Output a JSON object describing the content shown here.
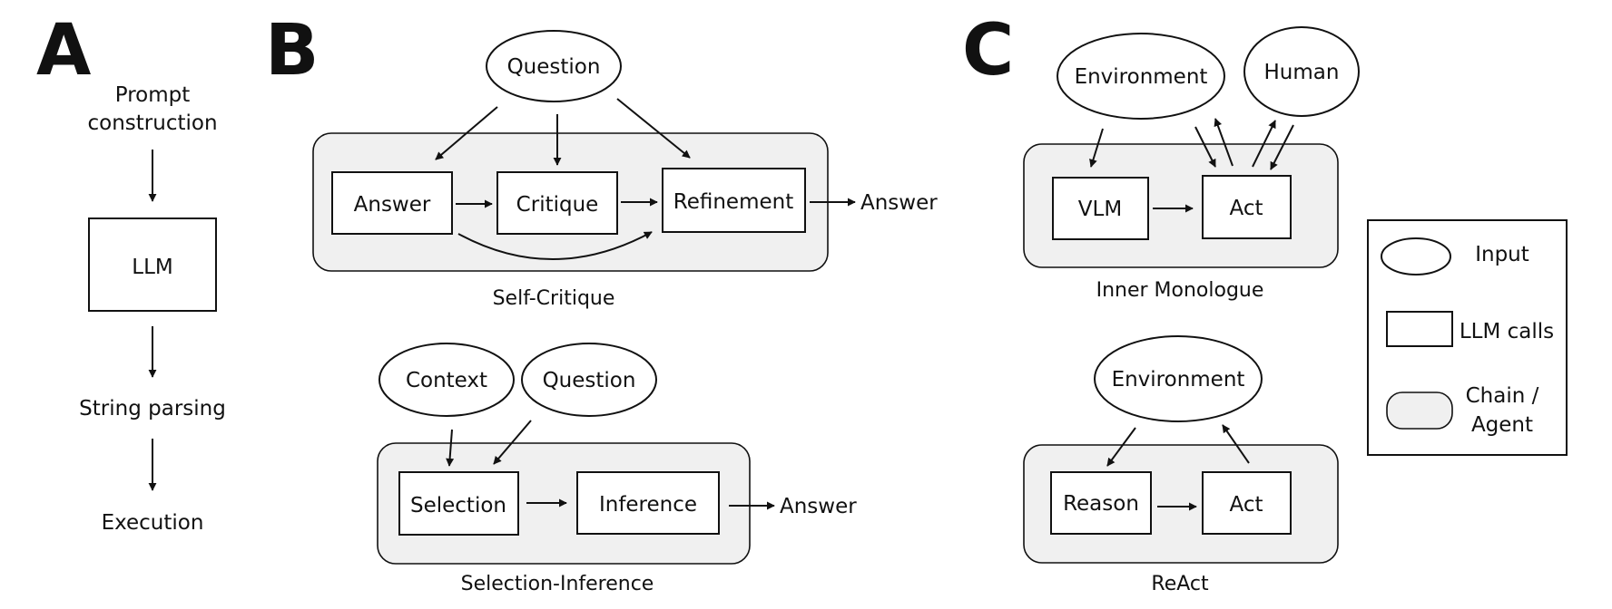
{
  "panels": {
    "a": "A",
    "b": "B",
    "c": "C"
  },
  "panel_a": {
    "prompt_line1": "Prompt",
    "prompt_line2": "construction",
    "llm": "LLM",
    "string_parsing": "String parsing",
    "execution": "Execution"
  },
  "self_critique": {
    "question": "Question",
    "answer_box": "Answer",
    "critique": "Critique",
    "refinement": "Refinement",
    "output": "Answer",
    "caption": "Self-Critique"
  },
  "selection_inference": {
    "context": "Context",
    "question": "Question",
    "selection": "Selection",
    "inference": "Inference",
    "output": "Answer",
    "caption": "Selection-Inference"
  },
  "inner_monologue": {
    "environment": "Environment",
    "human": "Human",
    "vlm": "VLM",
    "act": "Act",
    "caption": "Inner Monologue"
  },
  "react": {
    "environment": "Environment",
    "reason": "Reason",
    "act": "Act",
    "caption": "ReAct"
  },
  "legend": {
    "input": "Input",
    "llm_calls": "LLM calls",
    "chain_line1": "Chain /",
    "chain_line2": "Agent"
  }
}
